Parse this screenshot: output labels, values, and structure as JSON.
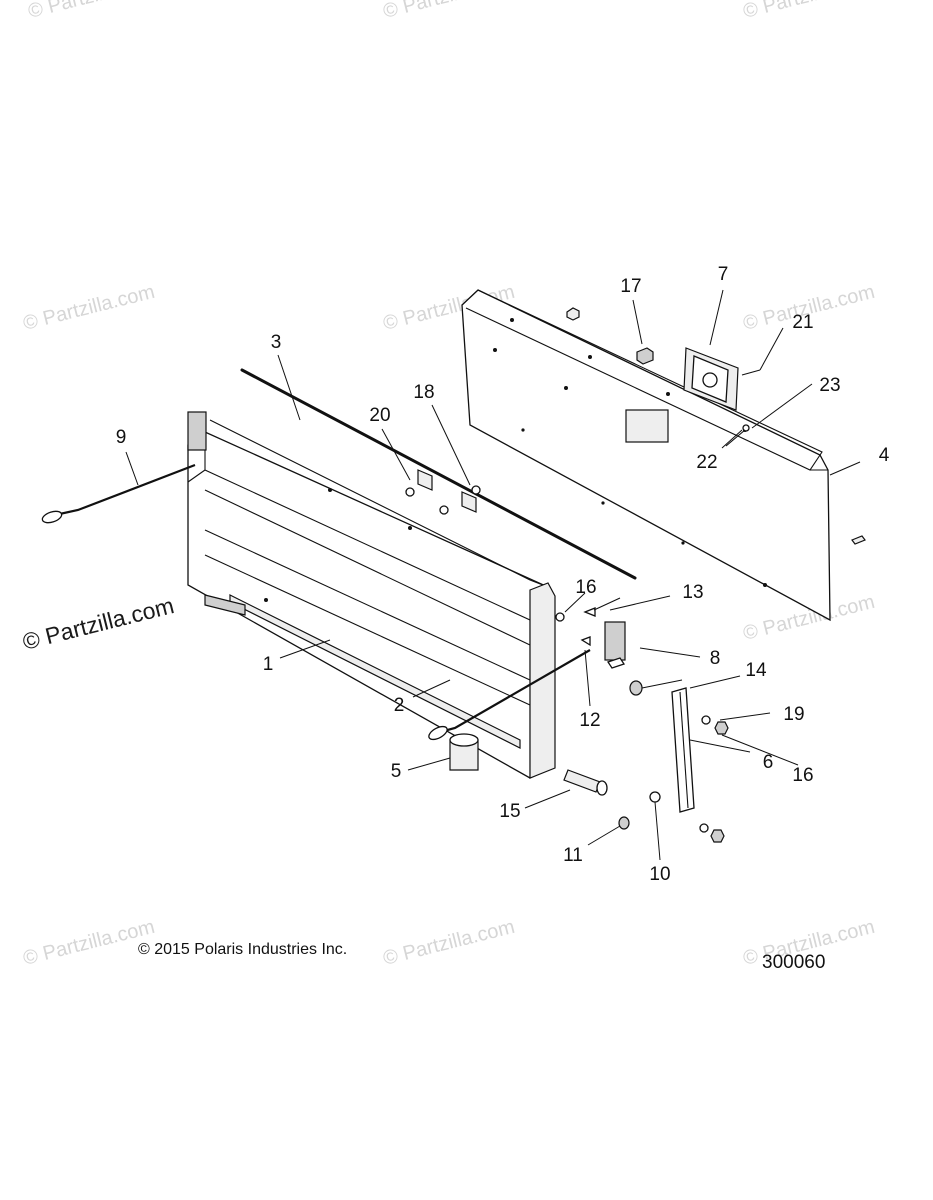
{
  "diagram": {
    "figure_number": "300060",
    "copyright": "© 2015 Polaris Industries Inc.",
    "watermark": "© Partzilla.com",
    "watermark_prominent": "© Partzilla.com",
    "callouts": [
      {
        "id": "1",
        "label": "1"
      },
      {
        "id": "2",
        "label": "2"
      },
      {
        "id": "3",
        "label": "3"
      },
      {
        "id": "4",
        "label": "4"
      },
      {
        "id": "5",
        "label": "5"
      },
      {
        "id": "6",
        "label": "6"
      },
      {
        "id": "7",
        "label": "7"
      },
      {
        "id": "8",
        "label": "8"
      },
      {
        "id": "9",
        "label": "9"
      },
      {
        "id": "10",
        "label": "10"
      },
      {
        "id": "11",
        "label": "11"
      },
      {
        "id": "12",
        "label": "12"
      },
      {
        "id": "13",
        "label": "13"
      },
      {
        "id": "14",
        "label": "14"
      },
      {
        "id": "15",
        "label": "15"
      },
      {
        "id": "16a",
        "label": "16"
      },
      {
        "id": "16b",
        "label": "16"
      },
      {
        "id": "17",
        "label": "17"
      },
      {
        "id": "18",
        "label": "18"
      },
      {
        "id": "19",
        "label": "19"
      },
      {
        "id": "20",
        "label": "20"
      },
      {
        "id": "21",
        "label": "21"
      },
      {
        "id": "22",
        "label": "22"
      },
      {
        "id": "23",
        "label": "23"
      }
    ]
  }
}
